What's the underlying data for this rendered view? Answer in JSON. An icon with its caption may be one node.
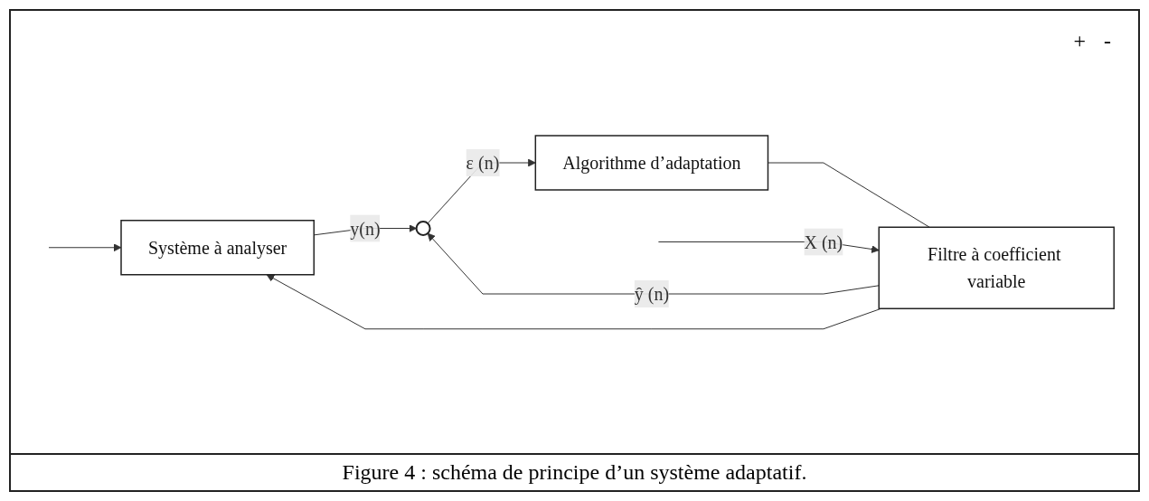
{
  "diagram": {
    "caption": "Figure 4 : schéma de principe d’un système adaptatif.",
    "nodes": [
      {
        "text": [
          "Système à analyser"
        ]
      },
      {
        "text": [
          "Filtre à coefficient variable"
        ]
      },
      {
        "text": [],
        "shape": "circle"
      },
      {
        "text": [
          "Algorithme d’adaptation"
        ]
      }
    ],
    "edges": [
      {
        "from": null,
        "to": 0,
        "arrow": "to"
      },
      {
        "from": null,
        "to": 1,
        "label": "X (n)",
        "arrow": "to"
      },
      {
        "from": 1,
        "to": 0,
        "arrow": "to"
      },
      {
        "from": 0,
        "to": 2,
        "label": "y(n)",
        "arrow": "to"
      },
      {
        "from": 1,
        "to": 2,
        "label": "ŷ (n)",
        "arrow": "to"
      },
      {
        "from": 2,
        "to": 3,
        "label": "ε (n)",
        "arrow": "to"
      },
      {
        "from": 3,
        "to": 1,
        "arrow": "none"
      }
    ],
    "labels": [
      "+",
      "-"
    ]
  }
}
